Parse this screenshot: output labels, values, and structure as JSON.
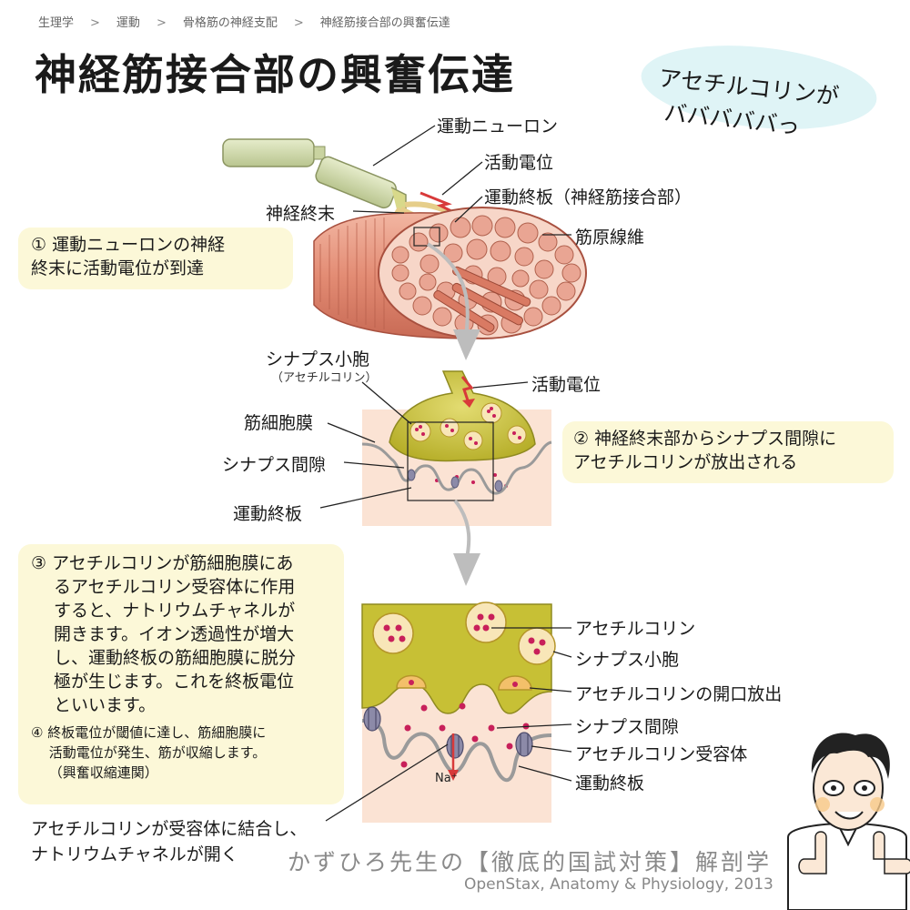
{
  "breadcrumb": [
    "生理学",
    "運動",
    "骨格筋の神経支配",
    "神経筋接合部の興奮伝達"
  ],
  "breadcrumb_sep": ">",
  "title": "神経筋接合部の興奮伝達",
  "speech_bubble": {
    "line1": "アセチルコリンが",
    "line2": "バババババっ"
  },
  "fig1_labels": {
    "motor_neuron": "運動ニューロン",
    "action_potential": "活動電位",
    "motor_end_plate_nmj": "運動終板（神経筋接合部）",
    "nerve_terminal": "神経終末",
    "myofibril": "筋原線維"
  },
  "step1": {
    "line1": "① 運動ニューロンの神経",
    "line2": "終末に活動電位が到達"
  },
  "fig2_labels": {
    "synaptic_vesicle": "シナプス小胞",
    "synaptic_vesicle_sub": "（アセチルコリン）",
    "action_potential": "活動電位",
    "sarcolemma": "筋細胞膜",
    "synaptic_cleft": "シナプス間隙",
    "motor_end_plate": "運動終板"
  },
  "step2": {
    "line1": "② 神経終末部からシナプス間隙に",
    "line2": "アセチルコリンが放出される"
  },
  "step3": {
    "lines": [
      "③ アセチルコリンが筋細胞膜にあ",
      "　 るアセチルコリン受容体に作用",
      "　 すると、ナトリウムチャネルが",
      "　 開きます。イオン透過性が増大",
      "　 し、運動終板の筋細胞膜に脱分",
      "　 極が生じます。これを終板電位",
      "　 といいます。"
    ]
  },
  "step4": {
    "lines": [
      "④ 終板電位が閾値に達し、筋細胞膜に",
      "　 活動電位が発生、筋が収縮します。",
      "　 （興奮収縮連関）"
    ]
  },
  "fig3_labels": {
    "acetylcholine": "アセチルコリン",
    "synaptic_vesicle": "シナプス小胞",
    "exocytosis": "アセチルコリンの開口放出",
    "synaptic_cleft": "シナプス間隙",
    "ach_receptor": "アセチルコリン受容体",
    "motor_end_plate": "運動終板",
    "na_ion": "Na⁺"
  },
  "binding_note": {
    "line1": "アセチルコリンが受容体に結合し、",
    "line2": "ナトリウムチャネルが開く"
  },
  "footer": {
    "brand": "かずひろ先生の【徹底的国試対策】解剖学",
    "credit": "OpenStax, Anatomy & Physiology, 2013"
  },
  "colors": {
    "box_fill": "#fcf8d8",
    "muscle": "#e5907a",
    "terminal": "#bcb52a",
    "cytoplasm": "#fbe3d4",
    "vesicle_dot": "#c8205a",
    "action_potential": "#d83a3a",
    "receptor": "#8c8aa8",
    "speech_bubble": "#dff4f6"
  }
}
